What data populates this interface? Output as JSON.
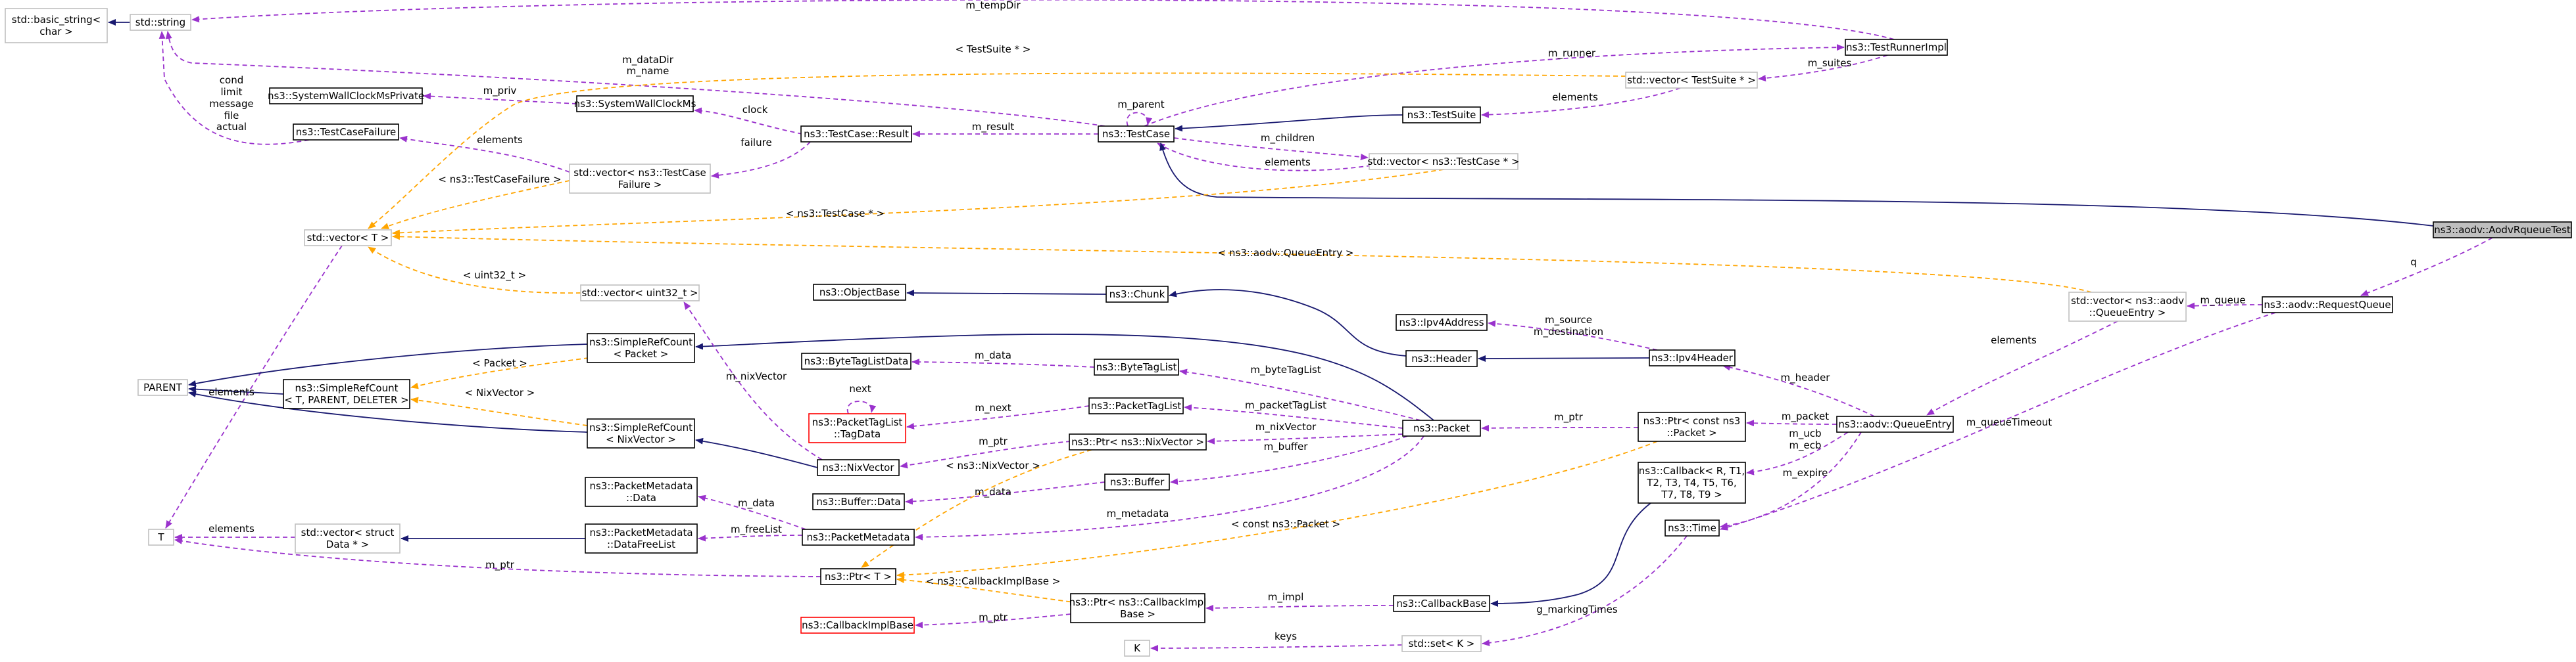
{
  "nodes": [
    {
      "id": "basic_string",
      "label": [
        "std::basic_string<",
        "char >"
      ],
      "style": "gray"
    },
    {
      "id": "string",
      "label": [
        "std::string"
      ],
      "style": "gray"
    },
    {
      "id": "sysclockpriv",
      "label": [
        "ns3::SystemWallClockMsPrivate"
      ],
      "style": "black"
    },
    {
      "id": "sysclock",
      "label": [
        "ns3::SystemWallClockMs"
      ],
      "style": "black"
    },
    {
      "id": "testcasefailure",
      "label": [
        "ns3::TestCaseFailure"
      ],
      "style": "black"
    },
    {
      "id": "result",
      "label": [
        "ns3::TestCase::Result"
      ],
      "style": "black"
    },
    {
      "id": "vec_tcf",
      "label": [
        "std::vector< ns3::TestCase",
        "Failure >"
      ],
      "style": "gray"
    },
    {
      "id": "testcase",
      "label": [
        "ns3::TestCase"
      ],
      "style": "black"
    },
    {
      "id": "vec_tc",
      "label": [
        "std::vector< ns3::TestCase * >"
      ],
      "style": "gray"
    },
    {
      "id": "testsuite",
      "label": [
        "ns3::TestSuite"
      ],
      "style": "black"
    },
    {
      "id": "vec_ts",
      "label": [
        "std::vector< TestSuite * >"
      ],
      "style": "gray"
    },
    {
      "id": "runner",
      "label": [
        "ns3::TestRunnerImpl"
      ],
      "style": "black"
    },
    {
      "id": "vec_t",
      "label": [
        "std::vector< T >"
      ],
      "style": "gray"
    },
    {
      "id": "vec_u32",
      "label": [
        "std::vector< uint32_t >"
      ],
      "style": "gray"
    },
    {
      "id": "objectbase",
      "label": [
        "ns3::ObjectBase"
      ],
      "style": "black"
    },
    {
      "id": "chunk",
      "label": [
        "ns3::Chunk"
      ],
      "style": "black"
    },
    {
      "id": "parent",
      "label": [
        "PARENT"
      ],
      "style": "gray"
    },
    {
      "id": "src_packet",
      "label": [
        "ns3::SimpleRefCount",
        "< Packet >"
      ],
      "style": "black"
    },
    {
      "id": "src_generic",
      "label": [
        "ns3::SimpleRefCount",
        "< T, PARENT, DELETER >"
      ],
      "style": "black"
    },
    {
      "id": "src_nix",
      "label": [
        "ns3::SimpleRefCount",
        "< NixVector >"
      ],
      "style": "black"
    },
    {
      "id": "bytetaglistdata",
      "label": [
        "ns3::ByteTagListData"
      ],
      "style": "black"
    },
    {
      "id": "bytetaglist",
      "label": [
        "ns3::ByteTagList"
      ],
      "style": "black"
    },
    {
      "id": "tagdata",
      "label": [
        "ns3::PacketTagList",
        "::TagData"
      ],
      "style": "red"
    },
    {
      "id": "packettaglist",
      "label": [
        "ns3::PacketTagList"
      ],
      "style": "black"
    },
    {
      "id": "nixvector",
      "label": [
        "ns3::NixVector"
      ],
      "style": "black"
    },
    {
      "id": "ptr_nix",
      "label": [
        "ns3::Ptr< ns3::NixVector >"
      ],
      "style": "black"
    },
    {
      "id": "bufferdata",
      "label": [
        "ns3::Buffer::Data"
      ],
      "style": "black"
    },
    {
      "id": "buffer",
      "label": [
        "ns3::Buffer"
      ],
      "style": "black"
    },
    {
      "id": "pmdata",
      "label": [
        "ns3::PacketMetadata",
        "::Data"
      ],
      "style": "black"
    },
    {
      "id": "pmfreelist",
      "label": [
        "ns3::PacketMetadata",
        "::DataFreeList"
      ],
      "style": "black"
    },
    {
      "id": "packetmetadata",
      "label": [
        "ns3::PacketMetadata"
      ],
      "style": "black"
    },
    {
      "id": "vec_struct",
      "label": [
        "std::vector< struct",
        "Data * >"
      ],
      "style": "gray"
    },
    {
      "id": "T",
      "label": [
        "T"
      ],
      "style": "gray"
    },
    {
      "id": "ptr_t",
      "label": [
        "ns3::Ptr< T >"
      ],
      "style": "black"
    },
    {
      "id": "cbimpl",
      "label": [
        "ns3::CallbackImplBase"
      ],
      "style": "red"
    },
    {
      "id": "ptr_cbimpl",
      "label": [
        "ns3::Ptr< ns3::CallbackImpl",
        "Base >"
      ],
      "style": "black"
    },
    {
      "id": "K",
      "label": [
        "K"
      ],
      "style": "gray"
    },
    {
      "id": "ipv4address",
      "label": [
        "ns3::Ipv4Address"
      ],
      "style": "black"
    },
    {
      "id": "header",
      "label": [
        "ns3::Header"
      ],
      "style": "black"
    },
    {
      "id": "ipv4header",
      "label": [
        "ns3::Ipv4Header"
      ],
      "style": "black"
    },
    {
      "id": "packet",
      "label": [
        "ns3::Packet"
      ],
      "style": "black"
    },
    {
      "id": "ptr_packet",
      "label": [
        "ns3::Ptr< const ns3",
        "::Packet >"
      ],
      "style": "black"
    },
    {
      "id": "callback",
      "label": [
        "ns3::Callback< R, T1,",
        "T2, T3, T4, T5, T6,",
        "T7, T8, T9 >"
      ],
      "style": "black"
    },
    {
      "id": "callbackbase",
      "label": [
        "ns3::CallbackBase"
      ],
      "style": "black"
    },
    {
      "id": "time",
      "label": [
        "ns3::Time"
      ],
      "style": "black"
    },
    {
      "id": "set_k",
      "label": [
        "std::set< K >"
      ],
      "style": "gray"
    },
    {
      "id": "queueentry",
      "label": [
        "ns3::aodv::QueueEntry"
      ],
      "style": "black"
    },
    {
      "id": "vec_qe",
      "label": [
        "std::vector< ns3::aodv",
        "::QueueEntry >"
      ],
      "style": "gray"
    },
    {
      "id": "requestqueue",
      "label": [
        "ns3::aodv::RequestQueue"
      ],
      "style": "black"
    },
    {
      "id": "focus",
      "label": [
        "ns3::aodv::AodvRqueueTest"
      ],
      "style": "focus"
    }
  ],
  "edges": [
    {
      "id": "e_str_bs",
      "from": "string",
      "to": "basic_string",
      "kind": "inherit",
      "label": []
    },
    {
      "id": "e_tempdir",
      "from": "runner",
      "to": "string",
      "kind": "member",
      "label": [
        "m_tempDir"
      ]
    },
    {
      "id": "e_tc_str",
      "from": "testcase",
      "to": "string",
      "kind": "member",
      "label": [
        "m_dataDir",
        "m_name"
      ]
    },
    {
      "id": "e_tcf_str",
      "from": "testcasefailure",
      "to": "string",
      "kind": "member",
      "label": [
        "cond",
        "limit",
        "message",
        "file",
        "actual"
      ]
    },
    {
      "id": "e_priv",
      "from": "sysclock",
      "to": "sysclockpriv",
      "kind": "member",
      "label": [
        "m_priv"
      ]
    },
    {
      "id": "e_clock",
      "from": "result",
      "to": "sysclock",
      "kind": "member",
      "label": [
        "clock"
      ]
    },
    {
      "id": "e_tcf_el",
      "from": "vec_tcf",
      "to": "testcasefailure",
      "kind": "member",
      "label": [
        "elements"
      ]
    },
    {
      "id": "e_failure",
      "from": "result",
      "to": "vec_tcf",
      "kind": "member",
      "label": [
        "failure"
      ]
    },
    {
      "id": "e_result",
      "from": "testcase",
      "to": "result",
      "kind": "member",
      "label": [
        "m_result"
      ]
    },
    {
      "id": "e_parent",
      "from": "testcase",
      "to": "testcase",
      "kind": "member",
      "label": [
        "m_parent"
      ]
    },
    {
      "id": "e_children",
      "from": "testcase",
      "to": "vec_tc",
      "kind": "member",
      "label": [
        "m_children"
      ]
    },
    {
      "id": "e_vtc_el",
      "from": "vec_tc",
      "to": "testcase",
      "kind": "member",
      "label": [
        "elements"
      ]
    },
    {
      "id": "e_ts_tc",
      "from": "testsuite",
      "to": "testcase",
      "kind": "inherit",
      "label": []
    },
    {
      "id": "e_focus_tc",
      "from": "focus",
      "to": "testcase",
      "kind": "inherit",
      "label": []
    },
    {
      "id": "e_vts_el",
      "from": "vec_ts",
      "to": "testsuite",
      "kind": "member",
      "label": [
        "elements"
      ]
    },
    {
      "id": "e_suites",
      "from": "runner",
      "to": "vec_ts",
      "kind": "member",
      "label": [
        "m_suites"
      ]
    },
    {
      "id": "e_runner",
      "from": "testcase",
      "to": "runner",
      "kind": "member",
      "label": [
        "m_runner"
      ]
    },
    {
      "id": "e_tpl_ts",
      "from": "vec_ts",
      "to": "vec_t",
      "kind": "template",
      "label": [
        "< TestSuite * >"
      ]
    },
    {
      "id": "e_tpl_tcf",
      "from": "vec_tcf",
      "to": "vec_t",
      "kind": "template",
      "label": [
        "< ns3::TestCaseFailure >"
      ]
    },
    {
      "id": "e_tpl_tc",
      "from": "vec_tc",
      "to": "vec_t",
      "kind": "template",
      "label": [
        "< ns3::TestCase * >"
      ]
    },
    {
      "id": "e_tpl_qe",
      "from": "vec_qe",
      "to": "vec_t",
      "kind": "template",
      "label": [
        "< ns3::aodv::QueueEntry >"
      ]
    },
    {
      "id": "e_tpl_u32",
      "from": "vec_u32",
      "to": "vec_t",
      "kind": "template",
      "label": [
        "< uint32_t >"
      ]
    },
    {
      "id": "e_vt_el",
      "from": "vec_t",
      "to": "T",
      "kind": "member",
      "label": [
        "elements"
      ]
    },
    {
      "id": "e_chunk_ob",
      "from": "chunk",
      "to": "objectbase",
      "kind": "inherit",
      "label": []
    },
    {
      "id": "e_header_chunk",
      "from": "header",
      "to": "chunk",
      "kind": "inherit",
      "label": []
    },
    {
      "id": "e_ipv4h_header",
      "from": "ipv4header",
      "to": "header",
      "kind": "inherit",
      "label": []
    },
    {
      "id": "e_ipv4h_addr",
      "from": "ipv4header",
      "to": "ipv4address",
      "kind": "member",
      "label": [
        "m_source",
        "m_destination"
      ]
    },
    {
      "id": "e_srcp_parent",
      "from": "src_packet",
      "to": "parent",
      "kind": "inherit",
      "label": []
    },
    {
      "id": "e_srcg_parent",
      "from": "src_generic",
      "to": "parent",
      "kind": "inherit",
      "label": []
    },
    {
      "id": "e_srcn_parent",
      "from": "src_nix",
      "to": "parent",
      "kind": "inherit",
      "label": []
    },
    {
      "id": "e_tpl_srcp",
      "from": "src_packet",
      "to": "src_generic",
      "kind": "template",
      "label": [
        "< Packet >"
      ]
    },
    {
      "id": "e_tpl_srcn",
      "from": "src_nix",
      "to": "src_generic",
      "kind": "template",
      "label": [
        "< NixVector >"
      ]
    },
    {
      "id": "e_packet_srcp",
      "from": "packet",
      "to": "src_packet",
      "kind": "inherit",
      "label": []
    },
    {
      "id": "e_nix_srcn",
      "from": "nixvector",
      "to": "src_nix",
      "kind": "inherit",
      "label": []
    },
    {
      "id": "e_nix_u32",
      "from": "nixvector",
      "to": "vec_u32",
      "kind": "member",
      "label": [
        "m_nixVector"
      ]
    },
    {
      "id": "e_btl_data",
      "from": "bytetaglist",
      "to": "bytetaglistdata",
      "kind": "member",
      "label": [
        "m_data"
      ]
    },
    {
      "id": "e_tag_next",
      "from": "tagdata",
      "to": "tagdata",
      "kind": "member",
      "label": [
        "next"
      ]
    },
    {
      "id": "e_ptl_next",
      "from": "packettaglist",
      "to": "tagdata",
      "kind": "member",
      "label": [
        "m_next"
      ]
    },
    {
      "id": "e_ptrnix",
      "from": "ptr_nix",
      "to": "nixvector",
      "kind": "member",
      "label": [
        "m_ptr"
      ]
    },
    {
      "id": "e_buf_data",
      "from": "buffer",
      "to": "bufferdata",
      "kind": "member",
      "label": [
        "m_data"
      ]
    },
    {
      "id": "e_pm_data",
      "from": "packetmetadata",
      "to": "pmdata",
      "kind": "member",
      "label": [
        "m_data"
      ]
    },
    {
      "id": "e_pm_free",
      "from": "packetmetadata",
      "to": "pmfreelist",
      "kind": "member",
      "label": [
        "m_freeList"
      ]
    },
    {
      "id": "e_free_vs",
      "from": "pmfreelist",
      "to": "vec_struct",
      "kind": "inherit",
      "label": []
    },
    {
      "id": "e_vs_el",
      "from": "vec_struct",
      "to": "T",
      "kind": "member",
      "label": [
        "elements"
      ]
    },
    {
      "id": "e_ptrt_t",
      "from": "ptr_t",
      "to": "T",
      "kind": "member",
      "label": [
        "m_ptr"
      ]
    },
    {
      "id": "e_tpl_ptrnix",
      "from": "ptr_nix",
      "to": "ptr_t",
      "kind": "template",
      "label": [
        "< ns3::NixVector >"
      ]
    },
    {
      "id": "e_tpl_ptrpkt",
      "from": "ptr_packet",
      "to": "ptr_t",
      "kind": "template",
      "label": [
        "< const ns3::Packet >"
      ]
    },
    {
      "id": "e_tpl_ptrcb",
      "from": "ptr_cbimpl",
      "to": "ptr_t",
      "kind": "template",
      "label": [
        "< ns3::CallbackImplBase >"
      ]
    },
    {
      "id": "e_ptrcb_impl",
      "from": "ptr_cbimpl",
      "to": "cbimpl",
      "kind": "member",
      "label": [
        "m_ptr"
      ]
    },
    {
      "id": "e_cbb_impl",
      "from": "callbackbase",
      "to": "ptr_cbimpl",
      "kind": "member",
      "label": [
        "m_impl"
      ]
    },
    {
      "id": "e_cb_cbb",
      "from": "callback",
      "to": "callbackbase",
      "kind": "inherit",
      "label": []
    },
    {
      "id": "e_pkt_btl",
      "from": "packet",
      "to": "bytetaglist",
      "kind": "member",
      "label": [
        "m_byteTagList"
      ]
    },
    {
      "id": "e_pkt_ptl",
      "from": "packet",
      "to": "packettaglist",
      "kind": "member",
      "label": [
        "m_packetTagList"
      ]
    },
    {
      "id": "e_pkt_nix",
      "from": "packet",
      "to": "ptr_nix",
      "kind": "member",
      "label": [
        "m_nixVector"
      ]
    },
    {
      "id": "e_pkt_buf",
      "from": "packet",
      "to": "buffer",
      "kind": "member",
      "label": [
        "m_buffer"
      ]
    },
    {
      "id": "e_pkt_meta",
      "from": "packet",
      "to": "packetmetadata",
      "kind": "member",
      "label": [
        "m_metadata"
      ]
    },
    {
      "id": "e_ptrpkt_pkt",
      "from": "ptr_packet",
      "to": "packet",
      "kind": "member",
      "label": [
        "m_ptr"
      ]
    },
    {
      "id": "e_qe_hdr",
      "from": "queueentry",
      "to": "ipv4header",
      "kind": "member",
      "label": [
        "m_header"
      ]
    },
    {
      "id": "e_qe_pkt",
      "from": "queueentry",
      "to": "ptr_packet",
      "kind": "member",
      "label": [
        "m_packet"
      ]
    },
    {
      "id": "e_qe_cb",
      "from": "queueentry",
      "to": "callback",
      "kind": "member",
      "label": [
        "m_ucb",
        "m_ecb"
      ]
    },
    {
      "id": "e_qe_time",
      "from": "queueentry",
      "to": "time",
      "kind": "member",
      "label": [
        "m_expire"
      ]
    },
    {
      "id": "e_rq_time",
      "from": "requestqueue",
      "to": "time",
      "kind": "member",
      "label": [
        "m_queueTimeout"
      ]
    },
    {
      "id": "e_time_set",
      "from": "time",
      "to": "set_k",
      "kind": "member",
      "label": [
        "g_markingTimes"
      ]
    },
    {
      "id": "e_set_k",
      "from": "set_k",
      "to": "K",
      "kind": "member",
      "label": [
        "keys"
      ]
    },
    {
      "id": "e_vqe_el",
      "from": "vec_qe",
      "to": "queueentry",
      "kind": "member",
      "label": [
        "elements"
      ]
    },
    {
      "id": "e_rq_vqe",
      "from": "requestqueue",
      "to": "vec_qe",
      "kind": "member",
      "label": [
        "m_queue"
      ]
    },
    {
      "id": "e_focus_rq",
      "from": "focus",
      "to": "requestqueue",
      "kind": "member",
      "label": [
        "q"
      ]
    }
  ],
  "colors": {
    "inheritance": "#191970",
    "member": "#9a32cd",
    "template": "#ffa500",
    "focus_fill": "#bfbfbf",
    "gray_border": "#bfbfbf",
    "red_border": "#ff0000"
  }
}
